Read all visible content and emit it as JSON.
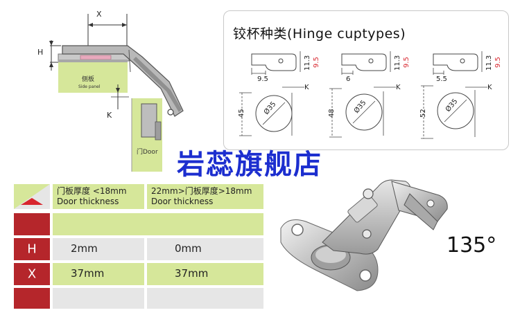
{
  "diagram": {
    "x_label": "X",
    "h_label": "H",
    "k_label": "K",
    "side_panel_cn": "侧板",
    "side_panel_en": "Side panel",
    "door_label": "门Door"
  },
  "cup_types": {
    "title": "铰杯种类(Hinge cuptypes)",
    "k_label": "K",
    "diameter_label": "Ø35",
    "types": [
      {
        "offset": "9.5",
        "depth_a": "11.3",
        "depth_b": "9.5",
        "height": "45"
      },
      {
        "offset": "6",
        "depth_a": "11.3",
        "depth_b": "9.5",
        "height": "48"
      },
      {
        "offset": "5.5",
        "depth_a": "11.3",
        "depth_b": "9.5",
        "height": "52"
      }
    ]
  },
  "watermark": "岩蕊旗舰店",
  "table": {
    "col1_header_cn": "门板厚度 <18mm",
    "col1_header_en": "Door thickness",
    "col2_header_cn": "22mm>门板厚度>18mm",
    "col2_header_en": "Door thickness",
    "rows": [
      {
        "label": "H",
        "col1": "2mm",
        "col2": "0mm"
      },
      {
        "label": "X",
        "col1": "37mm",
        "col2": "37mm"
      }
    ]
  },
  "angle": "135°",
  "colors": {
    "green": "#d6e79a",
    "grey": "#e6e6e6",
    "red": "#b5262b",
    "accent_red": "#d8262e",
    "watermark_blue": "#1c2ecf"
  }
}
